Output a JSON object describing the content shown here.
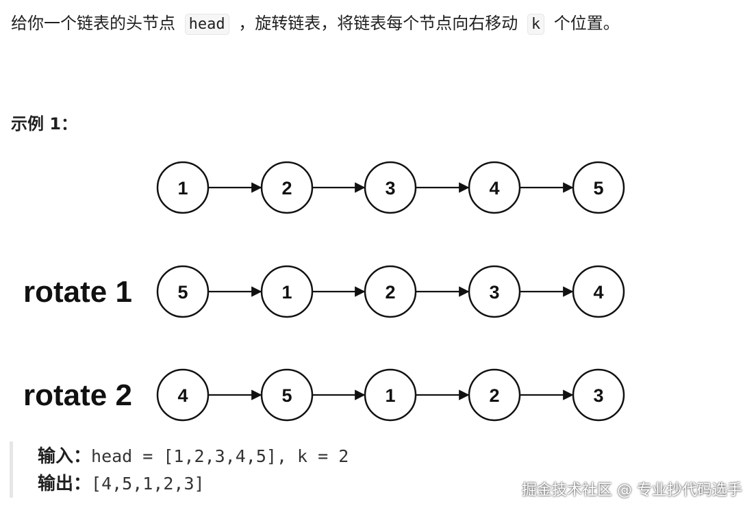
{
  "intro": {
    "before": "给你一个链表的头节点",
    "code_head": "head",
    "middle": "，旋转链表，将链表每个节点向右移动",
    "code_k": "k",
    "after": "个位置。"
  },
  "example": {
    "title": "示例 1："
  },
  "diagram": {
    "rows": [
      {
        "label": "",
        "nodes": [
          "1",
          "2",
          "3",
          "4",
          "5"
        ]
      },
      {
        "label": "rotate 1",
        "nodes": [
          "5",
          "1",
          "2",
          "3",
          "4"
        ]
      },
      {
        "label": "rotate 2",
        "nodes": [
          "4",
          "5",
          "1",
          "2",
          "3"
        ]
      }
    ]
  },
  "io": {
    "input_label": "输入：",
    "input_value": "head = [1,2,3,4,5], k = 2",
    "output_label": "输出：",
    "output_value": "[4,5,1,2,3]"
  },
  "watermark": "掘金技术社区 @ 专业抄代码选手"
}
